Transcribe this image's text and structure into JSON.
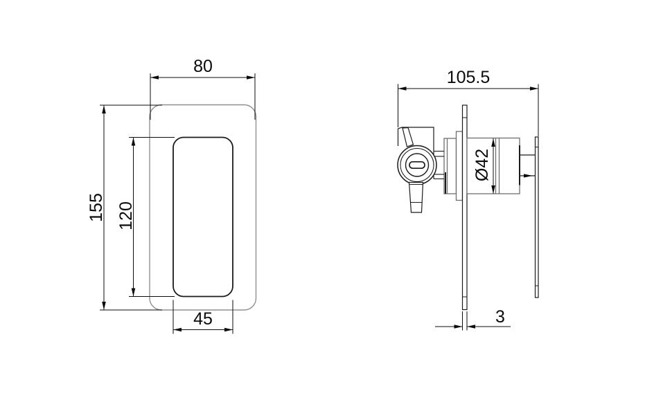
{
  "drawing": {
    "kind": "technical-dimension-drawing",
    "views": [
      "front-view-faceplate",
      "side-view-mixer-assembly"
    ]
  },
  "dims": {
    "plate_width": "80",
    "plate_height": "155",
    "handle_height": "120",
    "handle_width": "45",
    "overall_depth": "105.5",
    "trim_diameter": "Ø42",
    "plate_thickness": "3"
  },
  "colors": {
    "background": "#ffffff",
    "dimension_lines": "#0b0b0f",
    "faceplate_outline": "#8f8f8f",
    "trim_outline": "#6e6e6e",
    "body_outline": "#1a1a1a"
  }
}
